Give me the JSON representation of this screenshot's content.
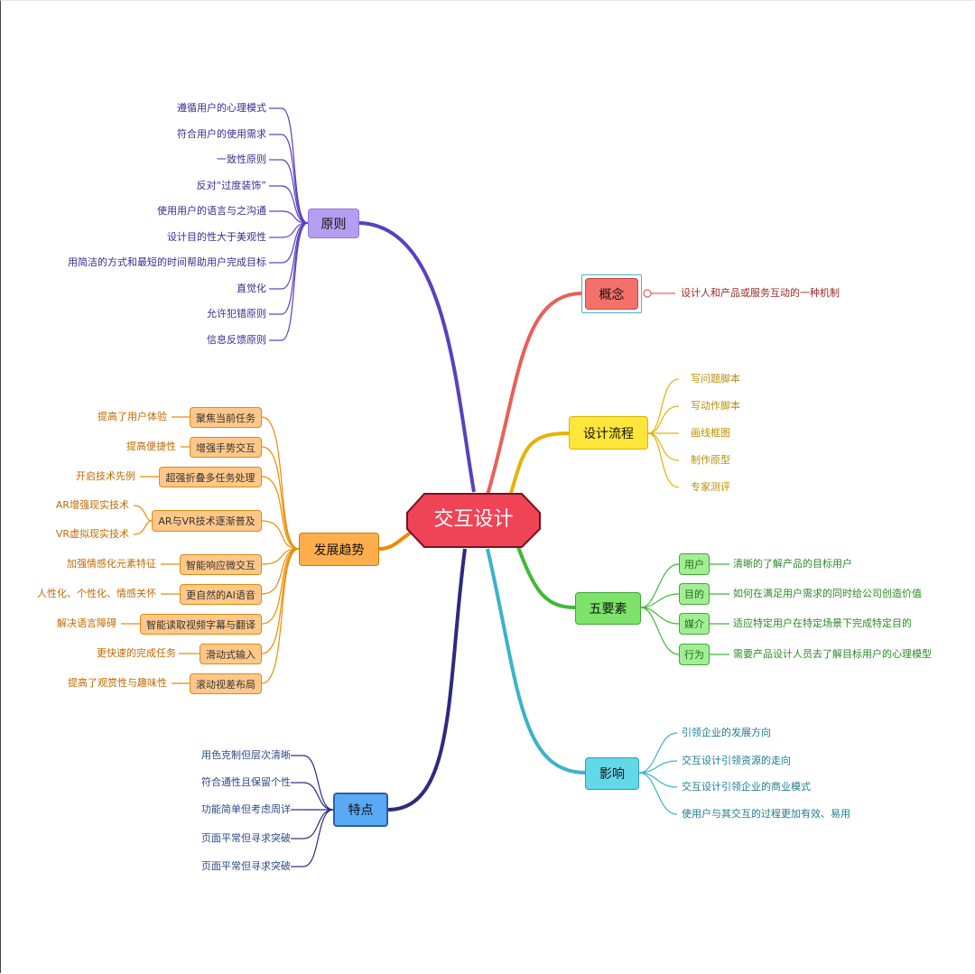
{
  "center": {
    "label": "交互设计"
  },
  "colors": {
    "center_fill": "#ee4456",
    "center_border": "#7a1020",
    "yuanze": "#5b3fc0",
    "gainian": "#e8605a",
    "liucheng": "#e5b300",
    "yaosu": "#3fb83a",
    "yingxiang": "#3ab4c8",
    "qushi": "#f08a00",
    "tedian": "#2e2a80"
  },
  "branches": {
    "yuanze": {
      "label": "原则",
      "items": [
        "遵循用户的心理模式",
        "符合用户的使用需求",
        "一致性原则",
        "反对“过度装饰”",
        "使用用户的语言与之沟通",
        "设计目的性大于美观性",
        "用简洁的方式和最短的时间帮助用户完成目标",
        "直觉化",
        "允许犯错原则",
        "信息反馈原则"
      ]
    },
    "gainian": {
      "label": "概念",
      "items": [
        "设计人和产品或服务互动的一种机制"
      ]
    },
    "liucheng": {
      "label": "设计流程",
      "items": [
        "写问题脚本",
        "写动作脚本",
        "画线框图",
        "制作原型",
        "专家测评"
      ]
    },
    "yaosu": {
      "label": "五要素",
      "items": [
        {
          "key": "用户",
          "desc": "清晰的了解产品的目标用户"
        },
        {
          "key": "目的",
          "desc": "如何在满足用户需求的同时给公司创造价值"
        },
        {
          "key": "媒介",
          "desc": "适应特定用户在特定场景下完成特定目的"
        },
        {
          "key": "行为",
          "desc": "需要产品设计人员去了解目标用户的心理模型"
        }
      ]
    },
    "yingxiang": {
      "label": "影响",
      "items": [
        "引领企业的发展方向",
        "交互设计引领资源的走向",
        "交互设计引领企业的商业模式",
        "使用户与其交互的过程更加有效、易用"
      ]
    },
    "qushi": {
      "label": "发展趋势",
      "items": [
        {
          "name": "聚焦当前任务",
          "notes": [
            "提高了用户体验"
          ]
        },
        {
          "name": "增强手势交互",
          "notes": [
            "提高便捷性"
          ]
        },
        {
          "name": "超强折叠多任务处理",
          "notes": [
            "开启技术先例"
          ]
        },
        {
          "name": "AR与VR技术逐渐普及",
          "notes": [
            "AR增强现实技术",
            "VR虚拟现实技术"
          ]
        },
        {
          "name": "智能响应微交互",
          "notes": [
            "加强情感化元素特征"
          ]
        },
        {
          "name": "更自然的AI语音",
          "notes": [
            "人性化、个性化、情感关怀"
          ]
        },
        {
          "name": "智能读取视频字幕与翻译",
          "notes": [
            "解决语言障碍"
          ]
        },
        {
          "name": "滑动式输入",
          "notes": [
            "更快速的完成任务"
          ]
        },
        {
          "name": "滚动视差布局",
          "notes": [
            "提高了观赏性与趣味性"
          ]
        }
      ]
    },
    "tedian": {
      "label": "特点",
      "items": [
        "用色克制但层次清晰",
        "符合通性且保留个性",
        "功能简单但考虑周详",
        "页面平常但寻求突破",
        "页面平常但寻求突破"
      ]
    }
  }
}
